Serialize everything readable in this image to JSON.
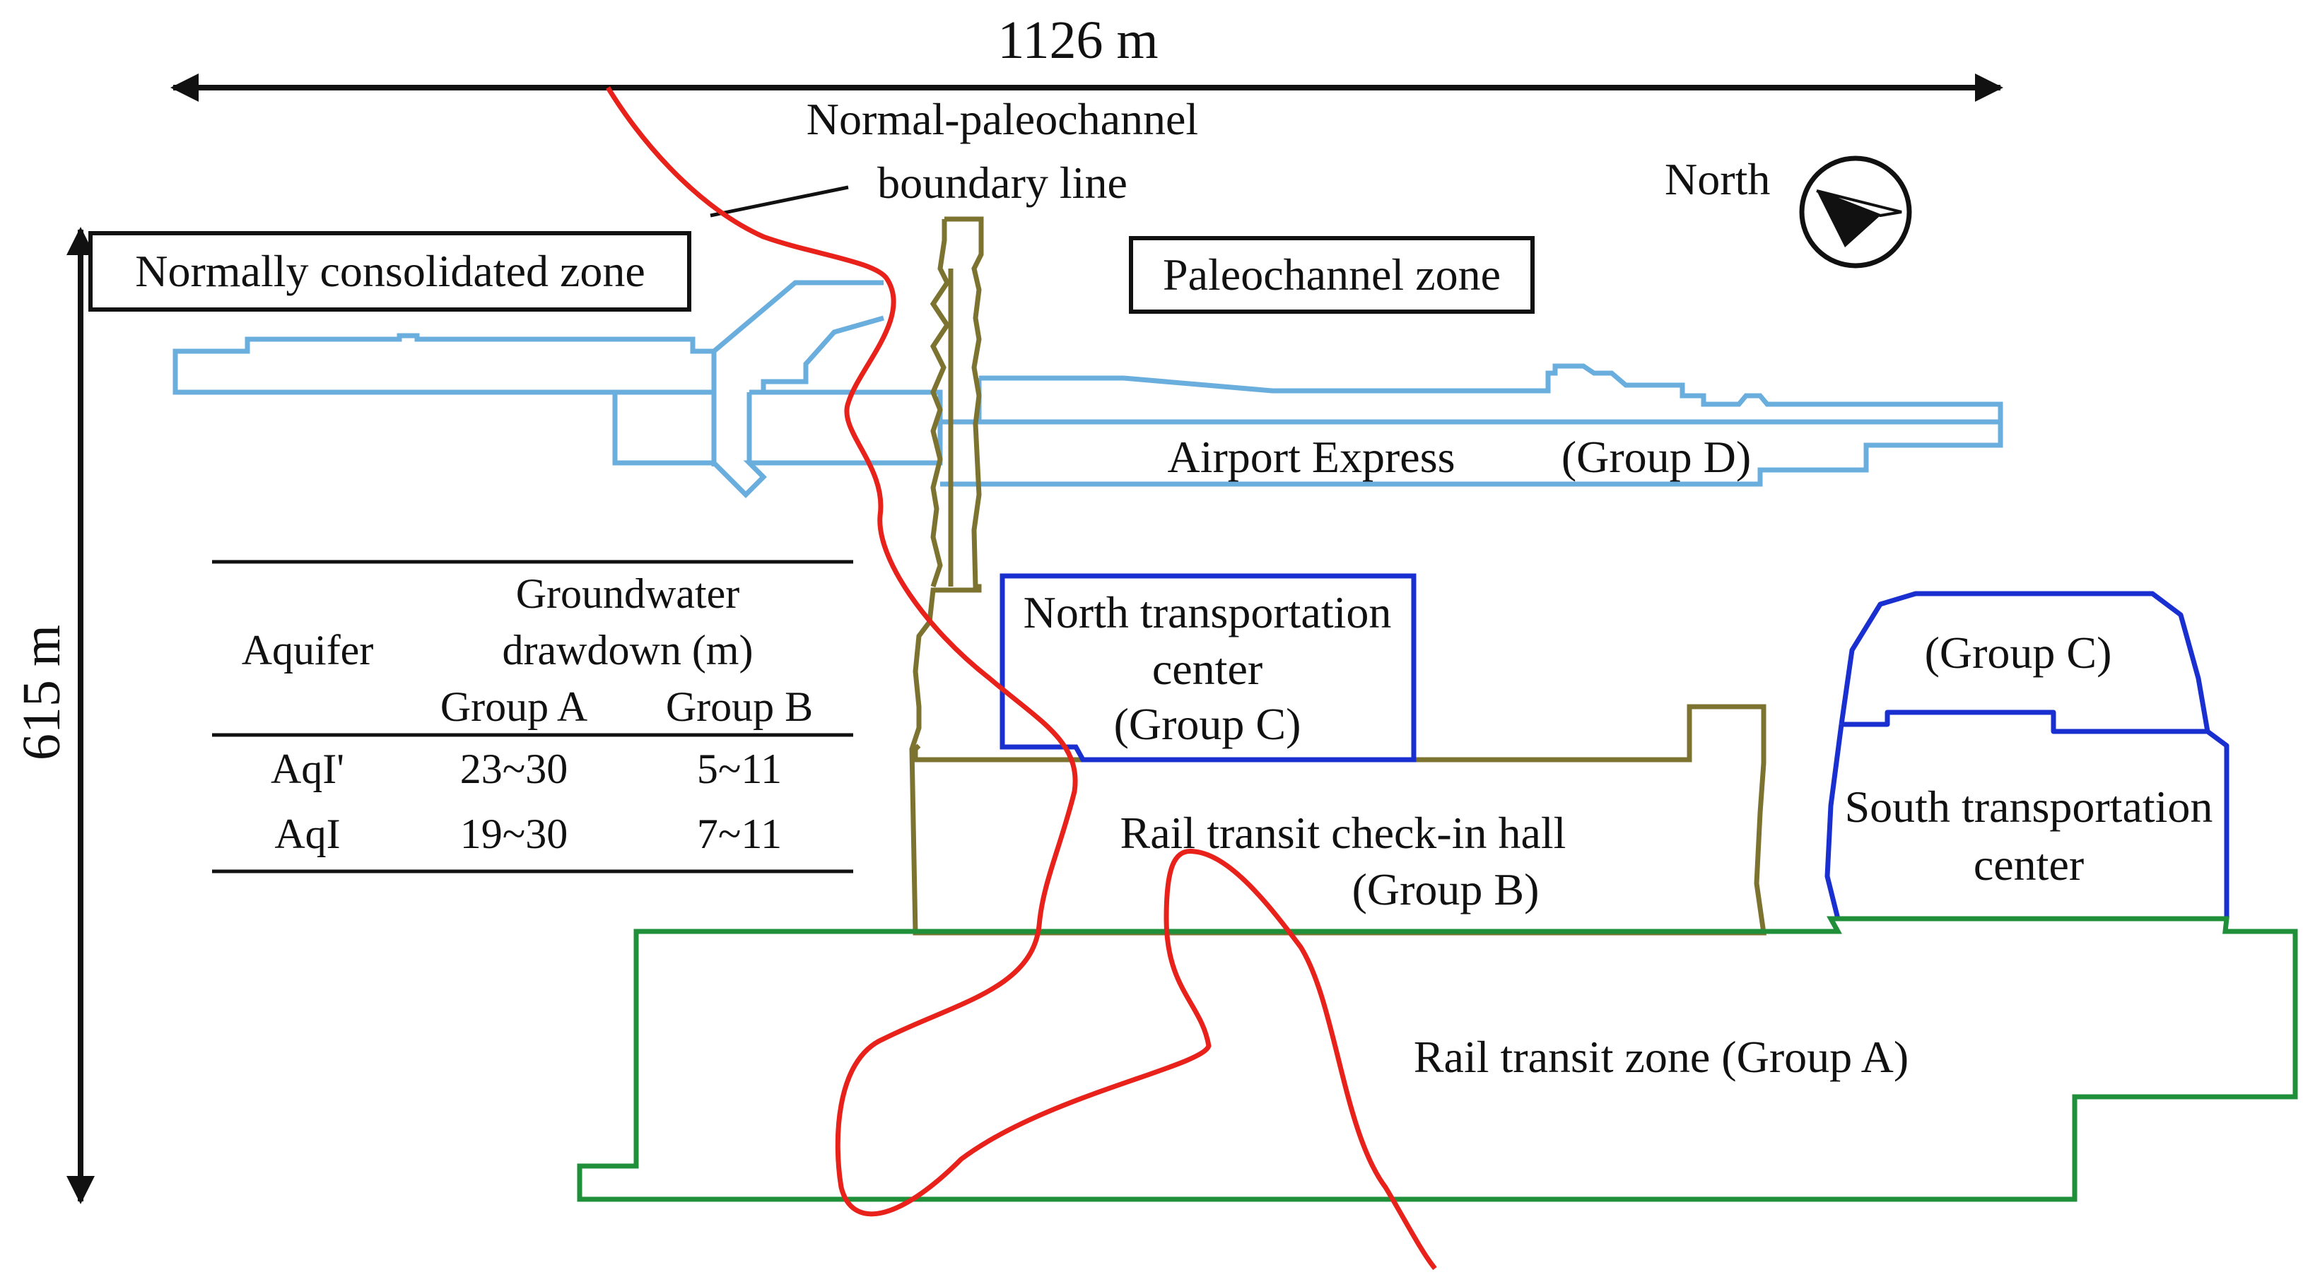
{
  "dimensions": {
    "width_label": "1126 m",
    "height_label": "615 m"
  },
  "boundary_label": {
    "line1": "Normal-paleochannel",
    "line2": "boundary line"
  },
  "north_label": "North",
  "zones": {
    "normal": "Normally consolidated zone",
    "paleo": "Paleochannel zone"
  },
  "structures": {
    "airport_express": "Airport Express",
    "group_d": "(Group D)",
    "north_tc": [
      "North transportation",
      "center",
      "(Group C)"
    ],
    "south_tc_group": "(Group C)",
    "south_tc": [
      "South transportation",
      "center"
    ],
    "checkin_hall": "Rail transit check-in hall",
    "checkin_group": "(Group B)",
    "rail_zone": "Rail transit zone (Group A)"
  },
  "table": {
    "col_aquifer": "Aquifer",
    "col_drawdown_1": "Groundwater",
    "col_drawdown_2": "drawdown (m)",
    "sub_a": "Group A",
    "sub_b": "Group B",
    "rows": [
      {
        "aquifer": "AqI'",
        "a": "23~30",
        "b": "5~11"
      },
      {
        "aquifer": "AqI",
        "a": "19~30",
        "b": "7~11"
      }
    ]
  },
  "colors": {
    "boundary": "#e8211b",
    "group_a": "#1f8f3a",
    "group_b": "#7d7330",
    "group_c": "#1a2fd0",
    "group_d": "#6aaede",
    "ink": "#111111"
  }
}
